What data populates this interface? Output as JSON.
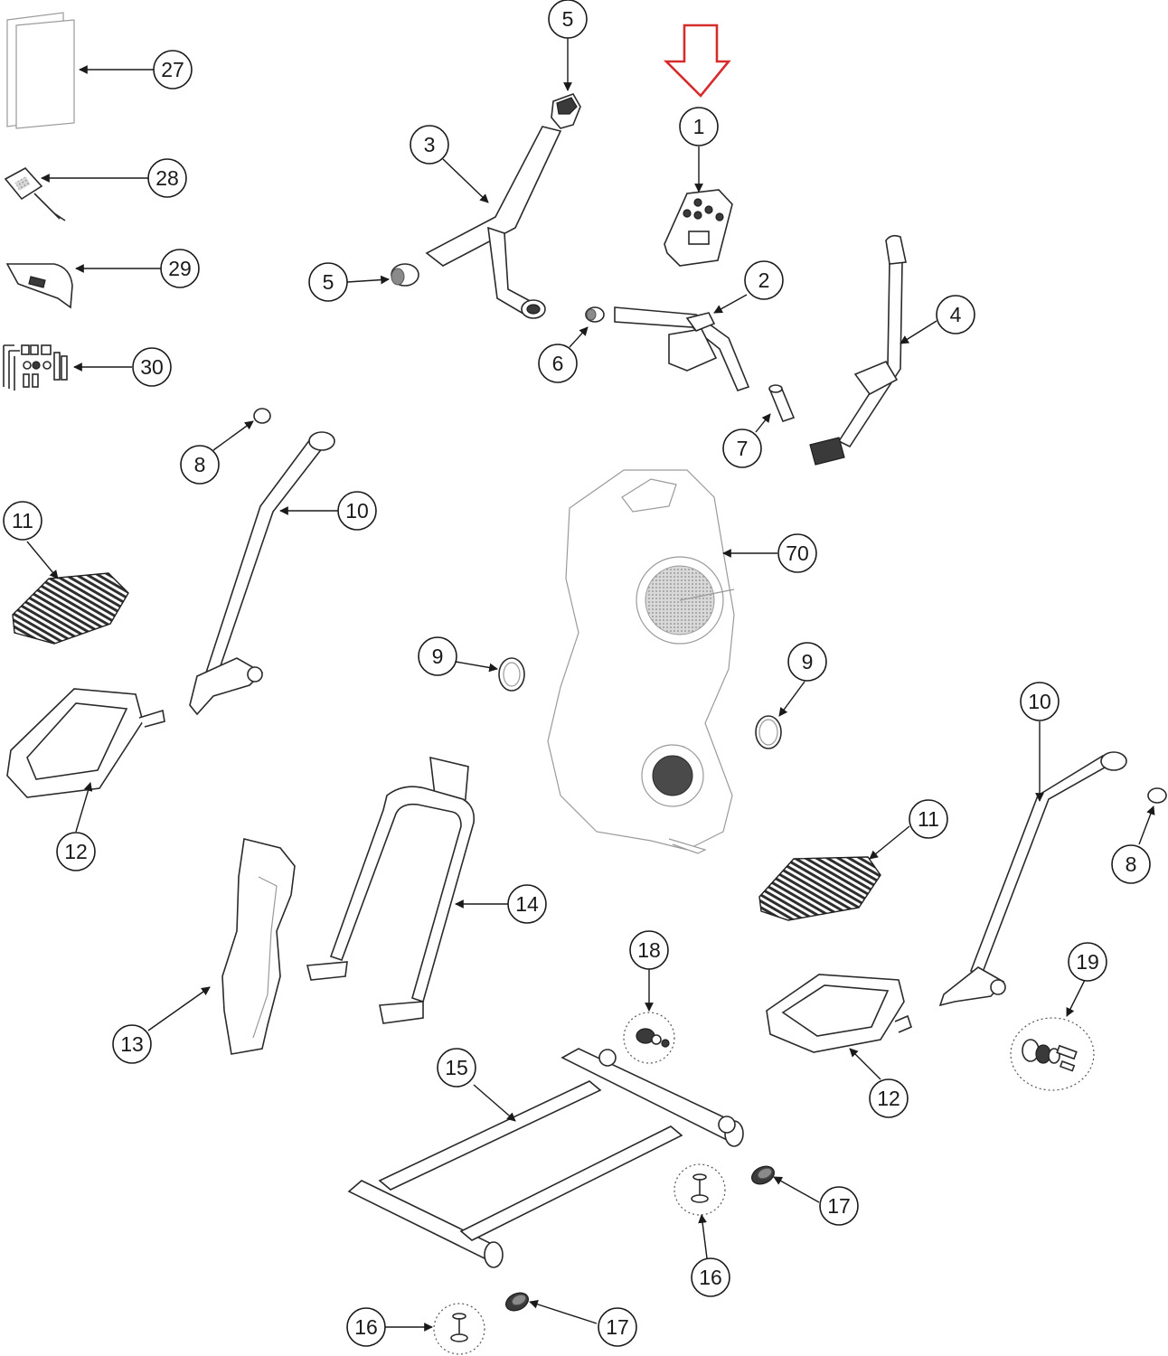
{
  "colors": {
    "ink": "#1a1a1a",
    "highlight_arrow": "#d62c2c",
    "background": "#ffffff"
  },
  "callouts": [
    {
      "id": "c-27",
      "label": "27"
    },
    {
      "id": "c-28",
      "label": "28"
    },
    {
      "id": "c-29",
      "label": "29"
    },
    {
      "id": "c-30",
      "label": "30"
    },
    {
      "id": "c-5a",
      "label": "5"
    },
    {
      "id": "c-5b",
      "label": "5"
    },
    {
      "id": "c-3",
      "label": "3"
    },
    {
      "id": "c-1",
      "label": "1"
    },
    {
      "id": "c-2",
      "label": "2"
    },
    {
      "id": "c-6",
      "label": "6"
    },
    {
      "id": "c-4",
      "label": "4"
    },
    {
      "id": "c-7",
      "label": "7"
    },
    {
      "id": "c-8a",
      "label": "8"
    },
    {
      "id": "c-10a",
      "label": "10"
    },
    {
      "id": "c-11a",
      "label": "11"
    },
    {
      "id": "c-70",
      "label": "70"
    },
    {
      "id": "c-9a",
      "label": "9"
    },
    {
      "id": "c-9b",
      "label": "9"
    },
    {
      "id": "c-10b",
      "label": "10"
    },
    {
      "id": "c-12a",
      "label": "12"
    },
    {
      "id": "c-11b",
      "label": "11"
    },
    {
      "id": "c-8b",
      "label": "8"
    },
    {
      "id": "c-14",
      "label": "14"
    },
    {
      "id": "c-18",
      "label": "18"
    },
    {
      "id": "c-19",
      "label": "19"
    },
    {
      "id": "c-13",
      "label": "13"
    },
    {
      "id": "c-15",
      "label": "15"
    },
    {
      "id": "c-12b",
      "label": "12"
    },
    {
      "id": "c-17a",
      "label": "17"
    },
    {
      "id": "c-16a",
      "label": "16"
    },
    {
      "id": "c-16b",
      "label": "16"
    },
    {
      "id": "c-17b",
      "label": "17"
    }
  ]
}
